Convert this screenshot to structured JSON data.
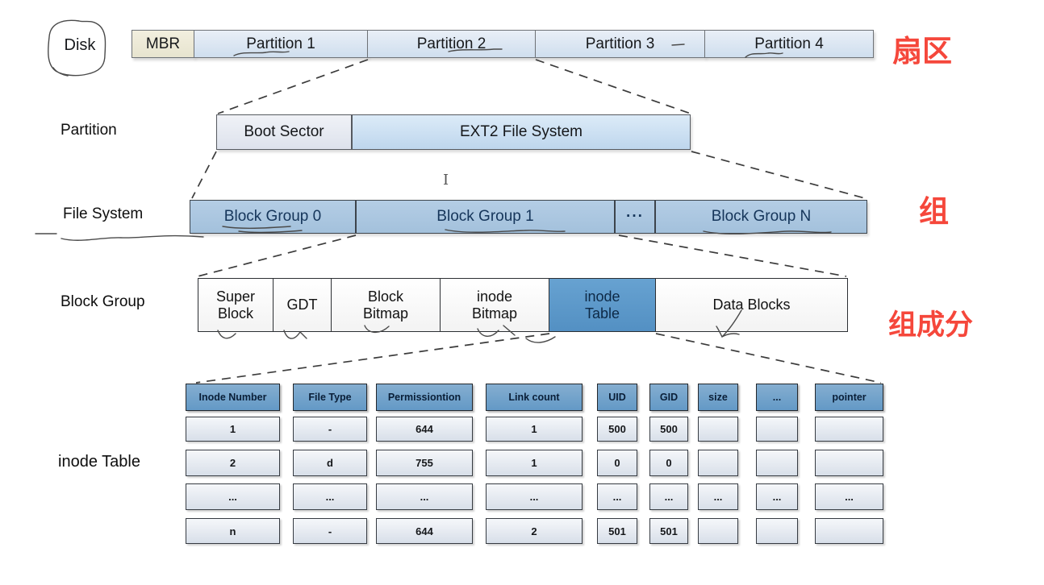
{
  "annotations": {
    "sector": "扇区",
    "group": "组",
    "group_components": "组成分"
  },
  "disk_row": {
    "disk": "Disk",
    "mbr": "MBR",
    "partitions": [
      "Partition 1",
      "Partition 2",
      "Partition 3",
      "Partition 4"
    ]
  },
  "partition_row": {
    "label": "Partition",
    "boot_sector": "Boot Sector",
    "ext2": "EXT2 File System"
  },
  "filesystem_row": {
    "label": "File System",
    "groups": [
      "Block Group 0",
      "Block Group 1",
      "···",
      "Block Group N"
    ]
  },
  "blockgroup_row": {
    "label": "Block Group",
    "components": [
      "Super Block",
      "GDT",
      "Block Bitmap",
      "inode Bitmap",
      "inode Table",
      "Data Blocks"
    ],
    "highlighted_component": "inode Table"
  },
  "inode_table": {
    "label": "inode Table",
    "headers": [
      "Inode Number",
      "File Type",
      "Permissiontion",
      "Link count",
      "UID",
      "GID",
      "size",
      "...",
      "pointer"
    ],
    "rows": [
      [
        "1",
        "-",
        "644",
        "1",
        "500",
        "500",
        "",
        "",
        ""
      ],
      [
        "2",
        "d",
        "755",
        "1",
        "0",
        "0",
        "",
        "",
        ""
      ],
      [
        "...",
        "...",
        "...",
        "...",
        "...",
        "...",
        "...",
        "...",
        "..."
      ],
      [
        "n",
        "-",
        "644",
        "2",
        "501",
        "501",
        "",
        "",
        ""
      ]
    ]
  },
  "cursor": {
    "text_cursor": "I"
  },
  "colors": {
    "annotation_red": "#f5473b",
    "mbr_fill": "#e7e4cf",
    "partition_fill": "#cfdeee",
    "boot_sector_fill": "#dde2ec",
    "ext2_fill": "#bed6ed",
    "block_group_fill": "#a3c1dc",
    "component_fill": "#f3f3f3",
    "inode_table_highlight": "#5390c3",
    "table_header_fill": "#6399c6",
    "table_cell_fill": "#d8dfe9",
    "line_color": "#3d3d3d"
  }
}
